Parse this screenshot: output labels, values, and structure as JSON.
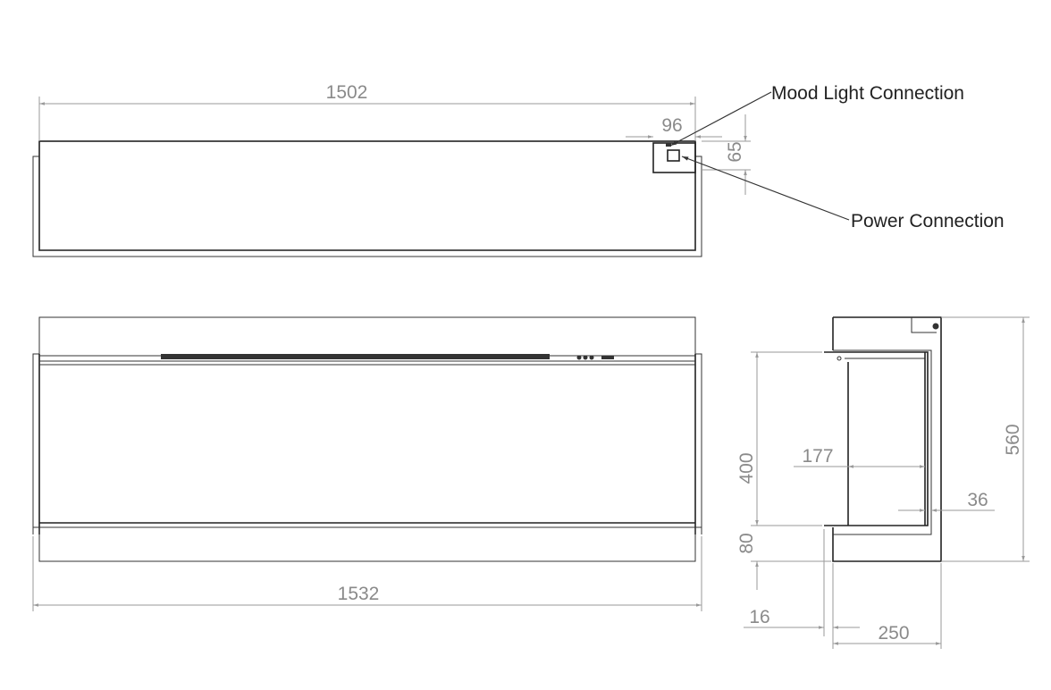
{
  "labels": {
    "mood_light": "Mood Light Connection",
    "power": "Power Connection"
  },
  "dimensions": {
    "top_width": "1502",
    "connection_offset": "96",
    "connection_height": "65",
    "overall_width": "1532",
    "opening_height": "400",
    "base_height": "80",
    "overall_height": "560",
    "inner_depth": "177",
    "rear_gap": "36",
    "glass_offset": "16",
    "overall_depth": "250"
  },
  "colors": {
    "outline": "#222222",
    "dimension": "#8a8a8a"
  }
}
